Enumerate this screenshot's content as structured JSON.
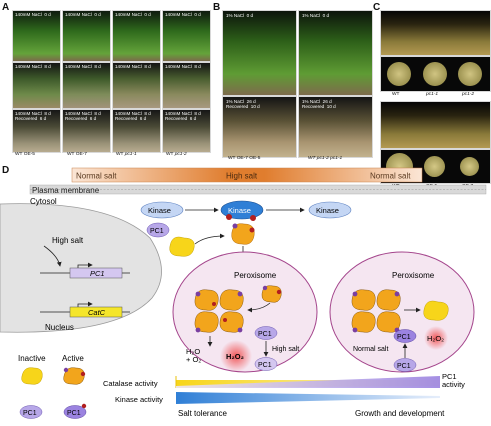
{
  "panels": {
    "a": "A",
    "b": "B",
    "c": "C",
    "d": "D"
  },
  "panel_a": {
    "captions": [
      "140mM NaCl  0 d",
      "140mM NaCl  0 d",
      "140mM NaCl  0 d",
      "140mM NaCl  0 d",
      "140mM NaCl  8 d",
      "140mM NaCl  8 d",
      "140mM NaCl  8 d",
      "140mM NaCl  8 d",
      "140mM NaCl  8 d\nRecovered  6 d",
      "140mM NaCl  8 d\nRecovered  6 d",
      "140mM NaCl  8 d\nRecovered  6 d",
      "140mM NaCl  8 d\nRecovered  6 d"
    ],
    "labels": [
      {
        "wt": "WT",
        "line": "OE-5",
        "italic": false
      },
      {
        "wt": "WT",
        "line": "OE-7",
        "italic": false
      },
      {
        "wt": "WT",
        "line": "pc1-1",
        "italic": true
      },
      {
        "wt": "WT",
        "line": "pc1-2",
        "italic": true
      }
    ]
  },
  "panel_b": {
    "captions": [
      "1% NaCl  0 d",
      "1% NaCl  0 d",
      "1% NaCl  26 d\nRecovered  10 d",
      "1% NaCl  26 d\nRecovered  10 d"
    ],
    "label_left": "WT  OE-7  OE-5",
    "label_right": "WT  pc1-2  pc1-1"
  },
  "panel_c": {
    "labels_top": [
      "WT",
      "pc1-1",
      "pc1-2"
    ],
    "labels_bottom": [
      "WT",
      "OE-5",
      "OE-7"
    ]
  },
  "panel_d": {
    "salt_bar": [
      "Normal salt",
      "High salt",
      "Normal salt"
    ],
    "plasma_membrane": "Plasma membrane",
    "cytosol": "Cytosol",
    "nucleus": "Nucleus",
    "high_salt": "High salt",
    "gene_pc1": "PC1",
    "gene_catc": "CatC",
    "kinase": "Kinase",
    "pc1": "PC1",
    "peroxisome": "Peroxisome",
    "h2o_o2": "H₂O\n+ O₂",
    "h2o2": "H₂O₂",
    "normal_salt": "Normal salt",
    "legend_inactive": "Inactive",
    "legend_active": "Active",
    "catalase_activity": "Catalase activity",
    "kinase_activity": "Kinase activity",
    "pc1_activity": "PC1\nactivity",
    "salt_tolerance": "Salt tolerance",
    "growth": "Growth and development"
  },
  "colors": {
    "catalase_yellow": "#f7d51a",
    "catalase_active": "#f2a51c",
    "pc1_purple": "#b7a7e8",
    "kinase_blue": "#8fb4ec",
    "kinase_dark": "#2f7fd6",
    "peroxisome_fill": "#f5e6f1",
    "peroxisome_stroke": "#a4458c",
    "salt_bar": "#f0a874",
    "catc_fill": "#f5e62a",
    "pc1_gene_fill": "#d4c7f0",
    "h2o2_glow": "#f27a7a"
  }
}
